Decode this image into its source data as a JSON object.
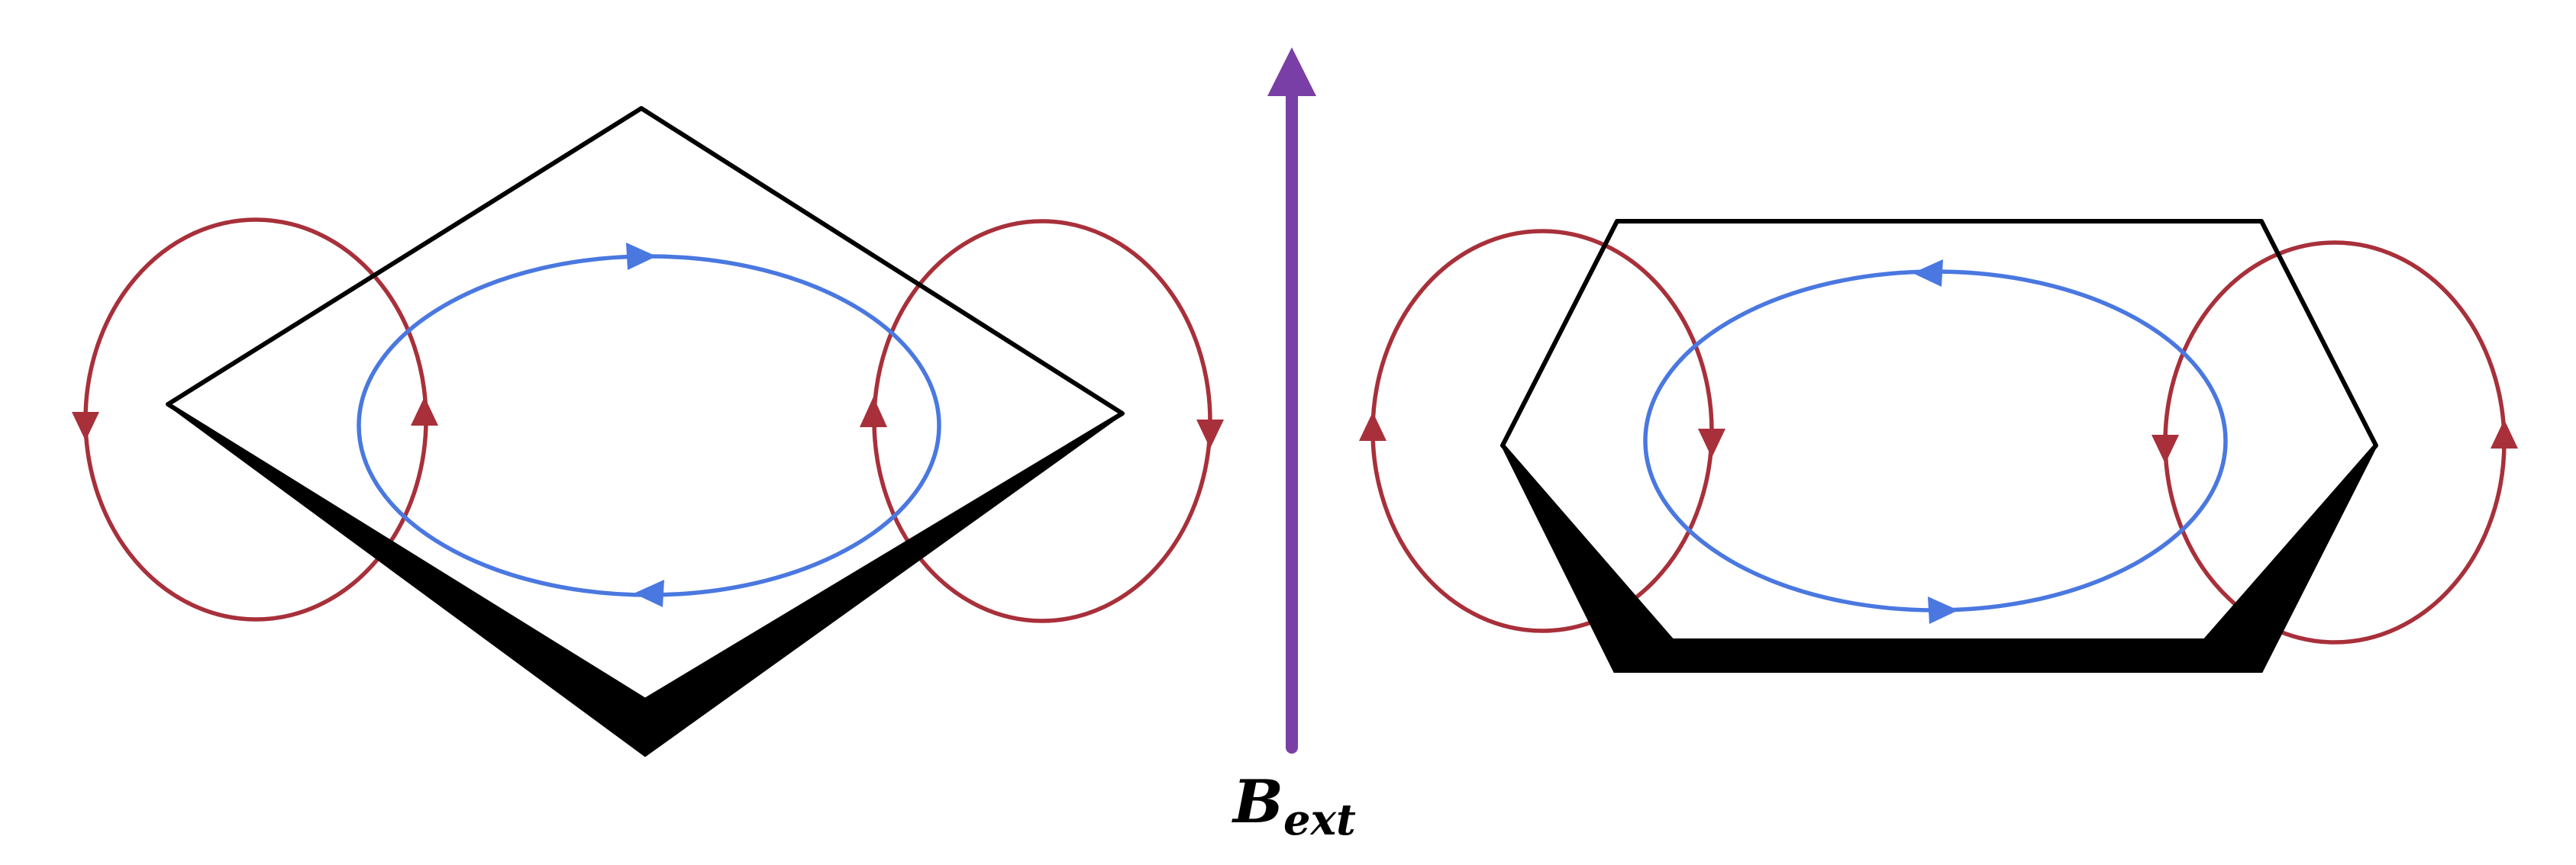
{
  "diagram": {
    "field_label": {
      "main": "B",
      "subscript": "ext"
    },
    "colors": {
      "shape_edge": "#000000",
      "induced_current": "#4a78e0",
      "field_loop": "#a8303a",
      "external_field": "#7a3fa6"
    },
    "shapes": [
      {
        "name": "rhombus",
        "position": "left",
        "view": "tilted"
      },
      {
        "name": "hexagon",
        "position": "right",
        "view": "tilted"
      }
    ]
  }
}
